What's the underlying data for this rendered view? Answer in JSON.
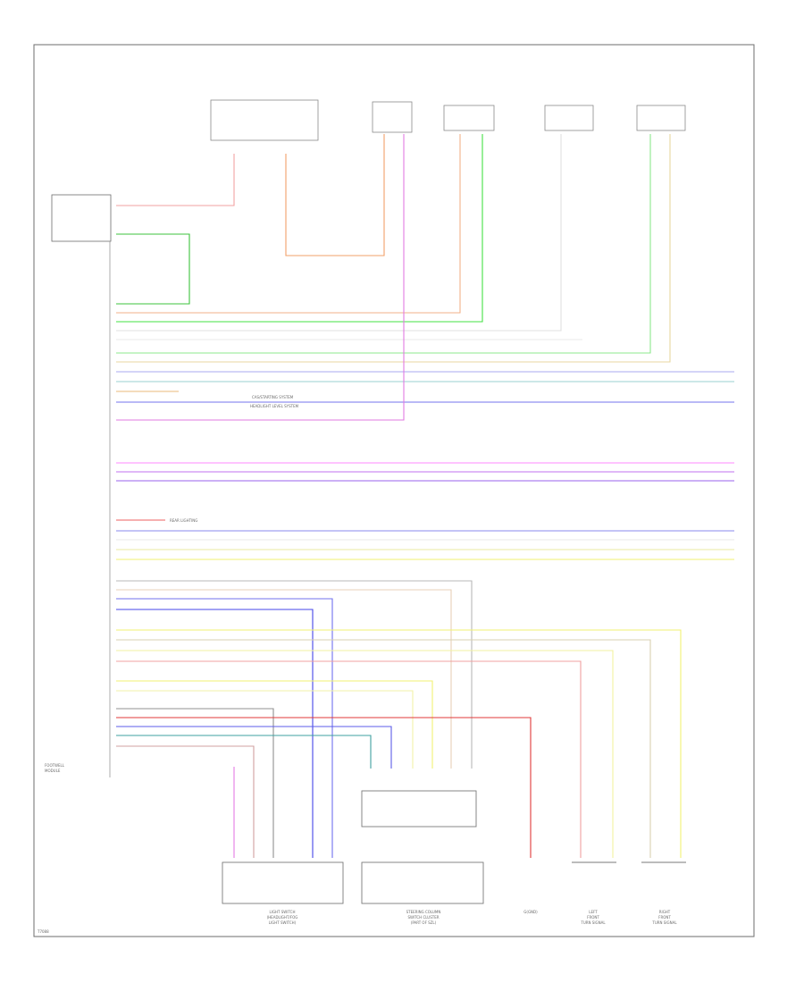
{
  "figure_code": "T7088",
  "components": [
    {
      "id": "light_switch",
      "label_lines": [
        "LIGHT SWITCH",
        "(HEADLIGHT/FOG",
        "LIGHT SWITCH)"
      ]
    },
    {
      "id": "footwell_module",
      "label_lines": [
        "FOOTWELL",
        "MODULE"
      ]
    },
    {
      "id": "steering_column",
      "label_lines": [
        "STEERING COLUMN",
        "SWITCH CLUSTER",
        "(PART OF SZL)"
      ]
    },
    {
      "id": "ground",
      "label_lines": [
        "G(GND)"
      ]
    },
    {
      "id": "turn_lamp_l",
      "label_lines": [
        "LEFT",
        "FRONT",
        "TURN SIGNAL"
      ]
    },
    {
      "id": "turn_lamp_r",
      "label_lines": [
        "RIGHT",
        "FRONT",
        "TURN SIGNAL"
      ]
    }
  ],
  "side_notes": [
    {
      "id": "cas_note",
      "text": "CAS/STARTING SYSTEM"
    },
    {
      "id": "rear_note",
      "text": "REAR LIGHTING"
    },
    {
      "id": "hl_note",
      "text": "HEADLIGHT LEVEL SYSTEM"
    }
  ]
}
